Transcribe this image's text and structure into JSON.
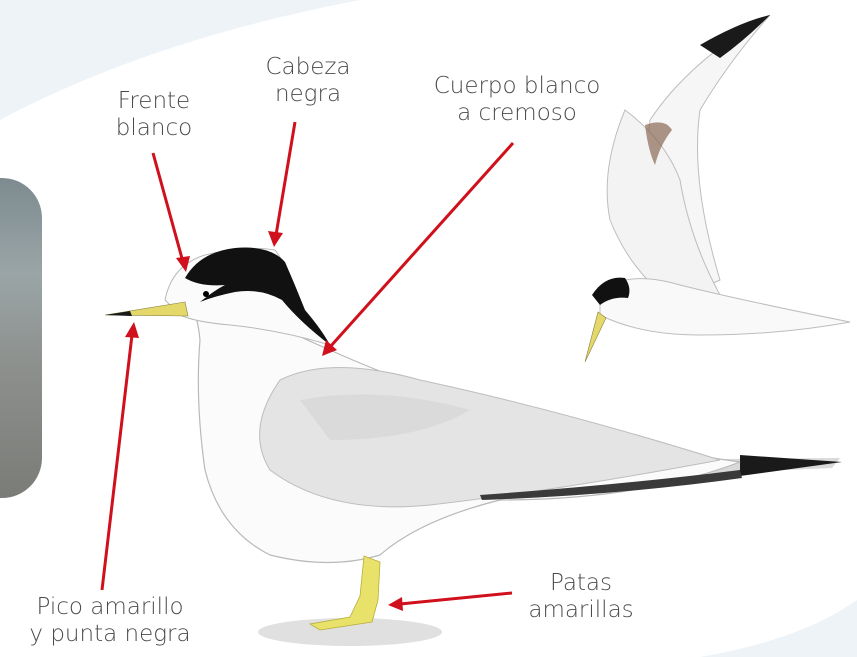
{
  "labels": {
    "frente": {
      "line1": "Frente",
      "line2": "blanco"
    },
    "cabeza": {
      "line1": "Cabeza",
      "line2": "negra"
    },
    "cuerpo": {
      "line1": "Cuerpo blanco",
      "line2": "a cremoso"
    },
    "pico": {
      "line1": "Pico amarillo",
      "line2": "y punta negra"
    },
    "patas": {
      "line1": "Patas",
      "line2": "amarillas"
    }
  },
  "colors": {
    "arrow": "#d0101c",
    "label_text": "#4a4a4a",
    "head_black": "#111111",
    "beak_yellow": "#e4d86a",
    "legs_yellow": "#e8e26a",
    "swoosh": "#eef3f8"
  }
}
